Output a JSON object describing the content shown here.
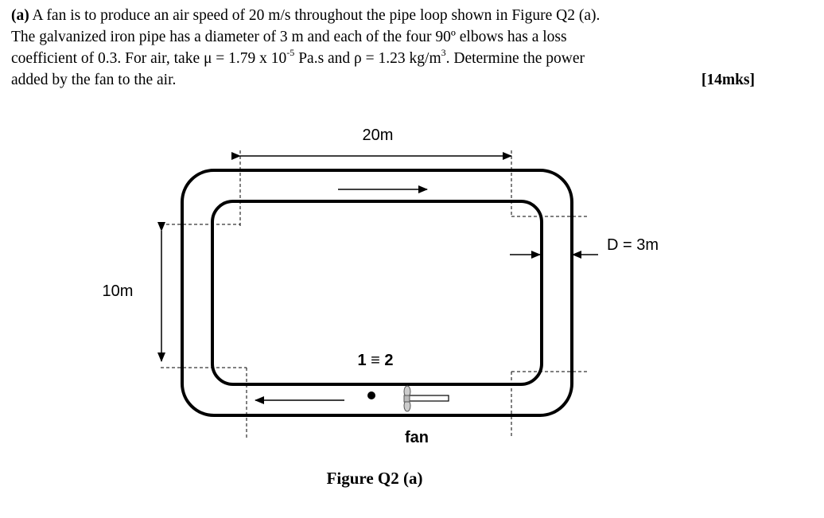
{
  "question": {
    "label": "(a)",
    "line1": " A fan is to produce an air speed of 20 m/s throughout the pipe loop shown in Figure Q2 (a).",
    "line2": "The galvanized iron pipe has a diameter of 3 m and each of the four 90º elbows has a loss",
    "line3_a": "coefficient of 0.3. For air, take μ = 1.79 x 10",
    "line3_exp1": "-5",
    "line3_b": " Pa.s and ρ = 1.23 kg/m",
    "line3_exp2": "3",
    "line3_c": ". Determine the power",
    "line4": "added by the fan to the air.",
    "marks": "[14mks]"
  },
  "figure": {
    "dim_length": "20m",
    "dim_height": "10m",
    "dim_diameter": "D = 3m",
    "station_label": "1 ≡ 2",
    "fan_label": "fan",
    "caption": "Figure Q2 (a)"
  }
}
